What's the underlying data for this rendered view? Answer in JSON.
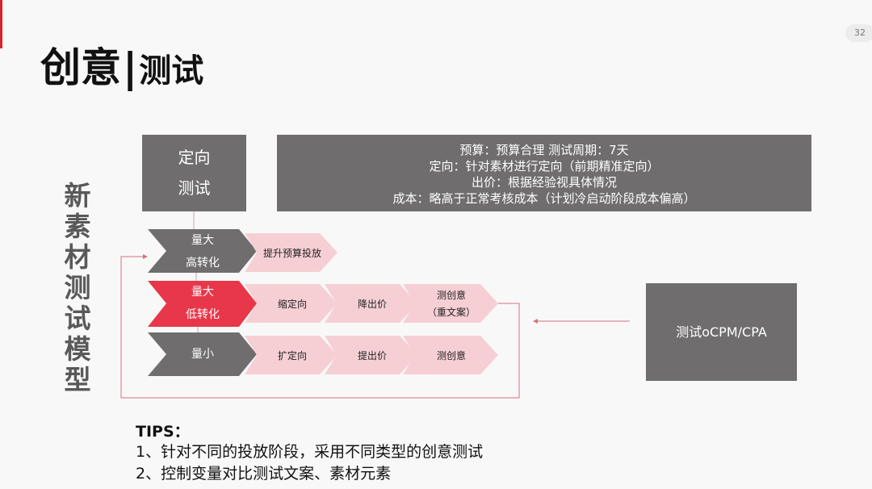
{
  "page_number": "32",
  "title": {
    "part1": "创意",
    "separator": "|",
    "part2": "测试"
  },
  "side_label": [
    "新",
    "素",
    "材",
    "测",
    "试",
    "模",
    "型"
  ],
  "targeting_box": {
    "line1": "定向",
    "line2": "测试"
  },
  "info_box": [
    "预算：预算合理  测试周期：7天",
    "定向：针对素材进行定向（前期精准定向）",
    "出价：根据经验视具体情况",
    "成本：略高于正常考核成本（计划冷启动阶段成本偏高）"
  ],
  "rows": [
    {
      "head": [
        "量大",
        "高转化"
      ],
      "steps": [
        "提升预算投放"
      ]
    },
    {
      "head": [
        "量大",
        "低转化"
      ],
      "steps": [
        "缩定向",
        "降出价",
        "测创意\n（重文案）"
      ],
      "step3_lines": [
        "测创意",
        "（重文案）"
      ]
    },
    {
      "head": [
        "量小"
      ],
      "steps": [
        "扩定向",
        "提出价",
        "测创意"
      ]
    }
  ],
  "ocpm_box": "测试oCPM/CPA",
  "tips": {
    "heading": "TIPS：",
    "items": [
      "1、针对不同的投放阶段，采用不同类型的创意测试",
      "2、控制变量对比测试文案、素材元素"
    ]
  },
  "colors": {
    "gray": "#6f6d6e",
    "red": "#e8374a",
    "pink": "#f6cfd4",
    "line": "#d9707a"
  }
}
